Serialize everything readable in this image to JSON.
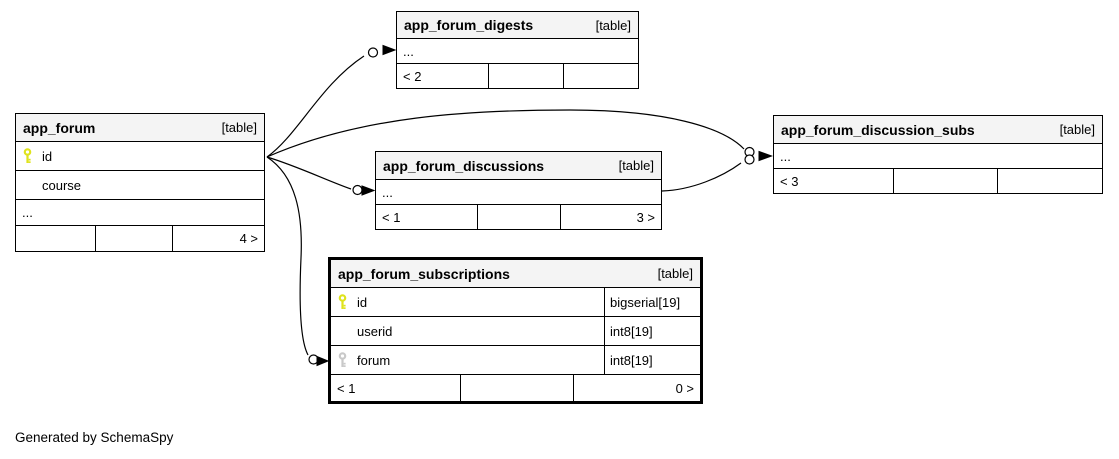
{
  "page": {
    "footer_note": "Generated by SchemaSpy"
  },
  "colors": {
    "background": "#ffffff",
    "header_bg": "#f4f4f4",
    "border": "#000000",
    "primary_key_icon": "#dfe31c",
    "foreign_key_icon": "#c9c9c9",
    "edge": "#000000"
  },
  "tables": {
    "app_forum": {
      "name": "app_forum",
      "tag": "[table]",
      "columns": [
        {
          "label": "id",
          "icon": "primary-key-icon"
        },
        {
          "label": "course",
          "icon": null
        },
        {
          "label": "...",
          "icon": null
        }
      ],
      "footer": [
        "",
        "",
        "4 >"
      ]
    },
    "app_forum_digests": {
      "name": "app_forum_digests",
      "tag": "[table]",
      "columns": [
        {
          "label": "...",
          "icon": null
        }
      ],
      "footer": [
        "< 2",
        "",
        ""
      ]
    },
    "app_forum_discussions": {
      "name": "app_forum_discussions",
      "tag": "[table]",
      "columns": [
        {
          "label": "...",
          "icon": null
        }
      ],
      "footer": [
        "< 1",
        "",
        "3 >"
      ]
    },
    "app_forum_discussion_subs": {
      "name": "app_forum_discussion_subs",
      "tag": "[table]",
      "columns": [
        {
          "label": "...",
          "icon": null
        }
      ],
      "footer": [
        "< 3",
        "",
        ""
      ]
    },
    "app_forum_subscriptions": {
      "name": "app_forum_subscriptions",
      "tag": "[table]",
      "columns": [
        {
          "label": "id",
          "type": "bigserial[19]",
          "icon": "primary-key-icon"
        },
        {
          "label": "userid",
          "type": "int8[19]",
          "icon": null
        },
        {
          "label": "forum",
          "type": "int8[19]",
          "icon": "foreign-key-icon"
        }
      ],
      "footer": [
        "< 1",
        "",
        "0 >"
      ]
    }
  },
  "relationships": [
    {
      "from": "app_forum.id",
      "to": "app_forum_digests"
    },
    {
      "from": "app_forum.id",
      "to": "app_forum_discussions"
    },
    {
      "from": "app_forum.id",
      "to": "app_forum_discussion_subs"
    },
    {
      "from": "app_forum.id",
      "to": "app_forum_subscriptions.forum"
    },
    {
      "from": "app_forum_discussions",
      "to": "app_forum_discussion_subs"
    }
  ]
}
